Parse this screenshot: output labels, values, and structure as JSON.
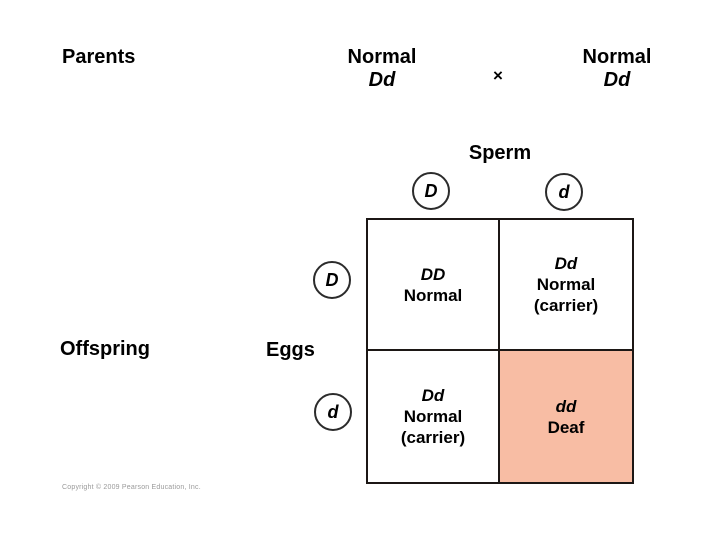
{
  "labels": {
    "parents": "Parents",
    "offspring": "Offspring",
    "sperm": "Sperm",
    "eggs": "Eggs",
    "cross_symbol": "×",
    "copyright": "Copyright © 2009 Pearson Education, Inc."
  },
  "parents": [
    {
      "phenotype": "Normal",
      "genotype": "Dd"
    },
    {
      "phenotype": "Normal",
      "genotype": "Dd"
    }
  ],
  "punnett": {
    "sperm_alleles": [
      "D",
      "d"
    ],
    "egg_alleles": [
      "D",
      "d"
    ],
    "cells": [
      {
        "genotype": "DD",
        "phenotype": "Normal",
        "note": "",
        "highlighted": false
      },
      {
        "genotype": "Dd",
        "phenotype": "Normal",
        "note": "(carrier)",
        "highlighted": false
      },
      {
        "genotype": "Dd",
        "phenotype": "Normal",
        "note": "(carrier)",
        "highlighted": false
      },
      {
        "genotype": "dd",
        "phenotype": "Deaf",
        "note": "",
        "highlighted": true
      }
    ],
    "highlight_color": "#f8bda4"
  },
  "colors": {
    "background": "#ffffff",
    "grid_border": "#1c1715",
    "text": "#000000",
    "copyright_text": "#9a9a9a"
  }
}
